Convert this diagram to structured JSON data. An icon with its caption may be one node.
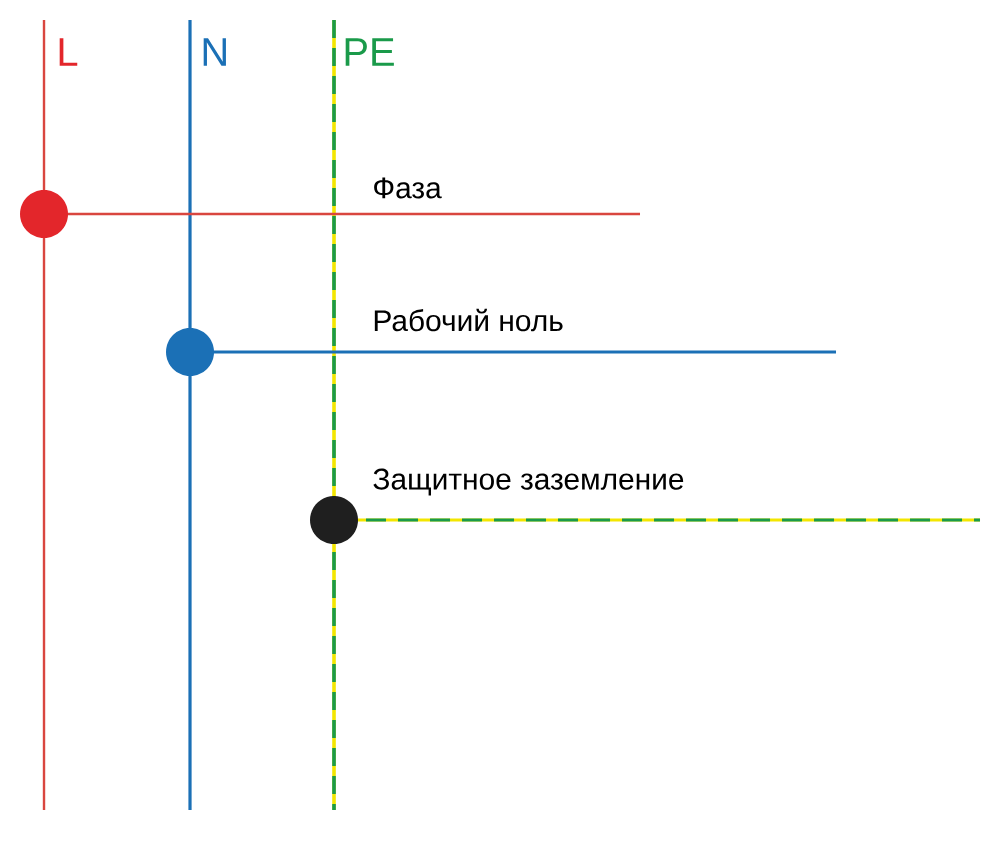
{
  "diagram": {
    "labels": [
      "L",
      "N",
      "PE",
      "Фаза",
      "Рабочий ноль",
      "Защитное заземление"
    ]
  }
}
